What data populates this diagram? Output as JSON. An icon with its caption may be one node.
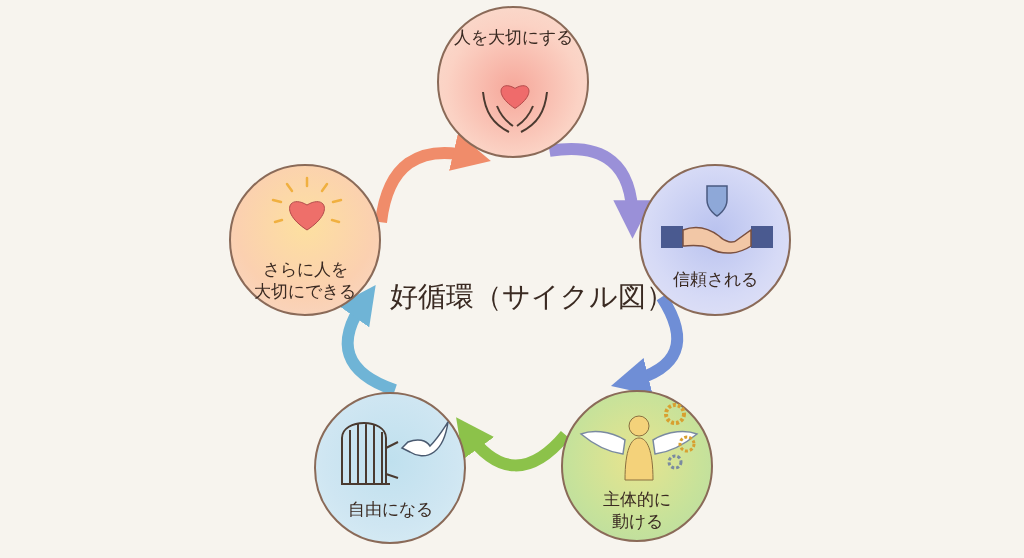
{
  "diagram": {
    "title": "好循環（サイクル図）",
    "nodes": [
      {
        "text": [
          "人を大切にする"
        ]
      },
      {
        "text": [
          "信頼される"
        ]
      },
      {
        "text": [
          "主体的に動ける"
        ]
      },
      {
        "text": [
          "自由になる"
        ]
      },
      {
        "text": [
          "さらに人を大切にできる"
        ]
      }
    ],
    "edges": [
      {
        "from": 0,
        "to": 1,
        "arrow": "to",
        "color": "#9a90d8"
      },
      {
        "from": 1,
        "to": 2,
        "arrow": "to",
        "color": "#6f8ed6"
      },
      {
        "from": 2,
        "to": 3,
        "arrow": "to",
        "color": "#8cc24a"
      },
      {
        "from": 3,
        "to": 4,
        "arrow": "to",
        "color": "#6fb4d6"
      },
      {
        "from": 4,
        "to": 0,
        "arrow": "to",
        "color": "#f08c6a"
      }
    ]
  }
}
